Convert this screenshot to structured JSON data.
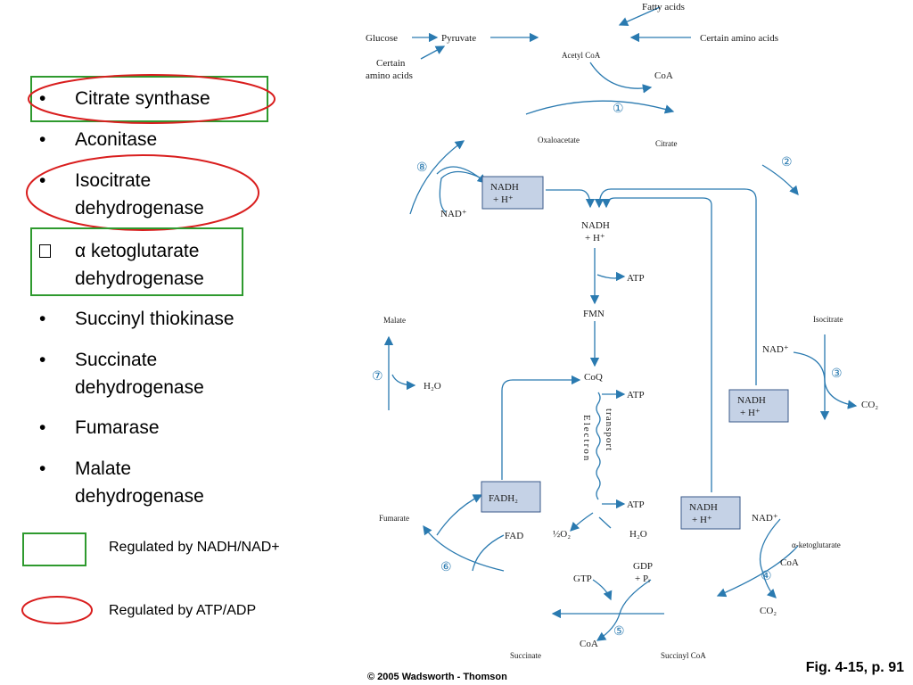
{
  "enzymes": [
    {
      "bullet": "•",
      "lines": [
        "Citrate synthase"
      ]
    },
    {
      "bullet": "•",
      "lines": [
        "Aconitase"
      ]
    },
    {
      "bullet": "•",
      "lines": [
        "Isocitrate",
        "dehydrogenase"
      ]
    },
    {
      "bullet": "",
      "lines": [
        "α ketoglutarate",
        "dehydrogenase"
      ]
    },
    {
      "bullet": "•",
      "lines": [
        "Succinyl thiokinase"
      ]
    },
    {
      "bullet": "•",
      "lines": [
        "Succinate",
        "dehydrogenase"
      ]
    },
    {
      "bullet": "•",
      "lines": [
        "Fumarase"
      ]
    },
    {
      "bullet": "•",
      "lines": [
        "Malate",
        "dehydrogenase"
      ]
    }
  ],
  "legend": {
    "nadh_label": "Regulated by NADH/NAD+",
    "atp_label": "Regulated by ATP/ADP",
    "nadh_color": "#2e9a2e",
    "atp_color": "#d91e1e"
  },
  "figure_ref": "Fig. 4-15, p. 91",
  "copyright": "© 2005 Wadsworth - Thomson",
  "diagram": {
    "fatty_acids": "Fatty acids",
    "glucose": "Glucose",
    "pyruvate": "Pyruvate",
    "certain_amino_acids": "Certain amino acids",
    "certain_amino_acids_left_1": "Certain",
    "certain_amino_acids_left_2": "amino acids",
    "acetyl_coa": "Acetyl CoA",
    "coa": "CoA",
    "oxaloacetate": "Oxaloacetate",
    "citrate": "Citrate",
    "isocitrate": "Isocitrate",
    "akg": "α-ketoglutarate",
    "succinyl_coa": "Succinyl CoA",
    "succinate": "Succinate",
    "fumarate": "Fumarate",
    "malate": "Malate",
    "nadh_box": "NADH",
    "h_plus": "+ H⁺",
    "fadh2_box": "FADH₂",
    "nad_plus": "NAD⁺",
    "fad": "FAD",
    "gtp": "GTP",
    "gdp": "GDP",
    "pi": "+ Pᵢ",
    "h2o": "H₂O",
    "co2": "CO₂",
    "atp": "ATP",
    "fmn": "FMN",
    "coq": "CoQ",
    "half_o2": "½O₂",
    "electron": "Electron",
    "transport": "transport",
    "steps": [
      "①",
      "②",
      "③",
      "④",
      "⑤",
      "⑥",
      "⑦",
      "⑧"
    ]
  }
}
